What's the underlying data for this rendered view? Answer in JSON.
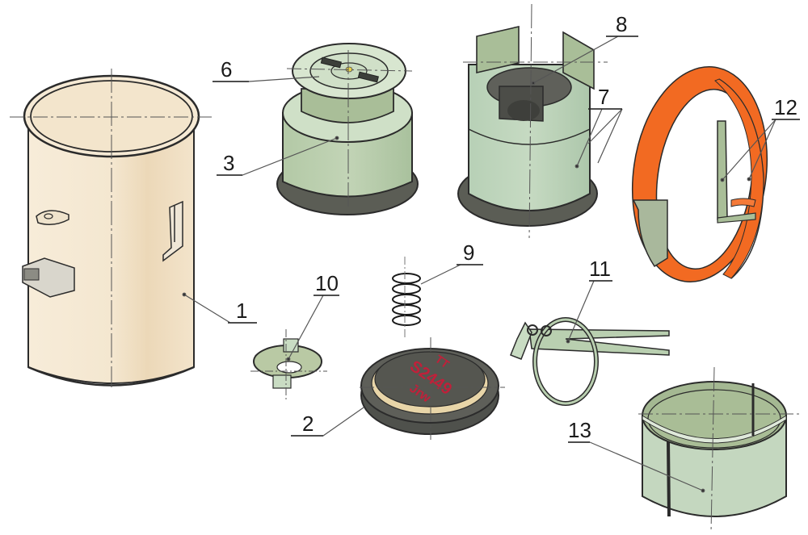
{
  "diagram": {
    "type": "exploded-parts-view",
    "background": "#ffffff",
    "colors": {
      "body_cream": "#f3e6cf",
      "body_cream_shade": "#e6d2b0",
      "part_green": "#b9cfb0",
      "part_green_dark": "#9fb896",
      "part_dark": "#5e5e58",
      "ring_orange": "#f26a22",
      "lettering_red": "#c0203a",
      "outline": "#2b2b2b",
      "leader_line": "#555555"
    },
    "callouts": [
      {
        "id": "1",
        "label": "1",
        "part": "outer-cylindrical-body"
      },
      {
        "id": "2",
        "label": "2",
        "part": "bottom-disc-plug"
      },
      {
        "id": "3",
        "label": "3",
        "part": "fuze-housing"
      },
      {
        "id": "6",
        "label": "6",
        "part": "top-cap-with-slotted-pin"
      },
      {
        "id": "7",
        "label": "7",
        "part": "slotted-sleeve"
      },
      {
        "id": "8",
        "label": "8",
        "part": "inner-cavity-insert"
      },
      {
        "id": "9",
        "label": "9",
        "part": "coil-spring"
      },
      {
        "id": "10",
        "label": "10",
        "part": "tabbed-washer"
      },
      {
        "id": "11",
        "label": "11",
        "part": "split-pin-with-pull-ring"
      },
      {
        "id": "12",
        "label": "12",
        "part": "orange-retaining-ring-with-clips"
      },
      {
        "id": "13",
        "label": "13",
        "part": "split-cylindrical-sleeve"
      }
    ],
    "disc_markings": {
      "line1": "TT",
      "line2": "S2449",
      "line3": "Jrw"
    }
  }
}
